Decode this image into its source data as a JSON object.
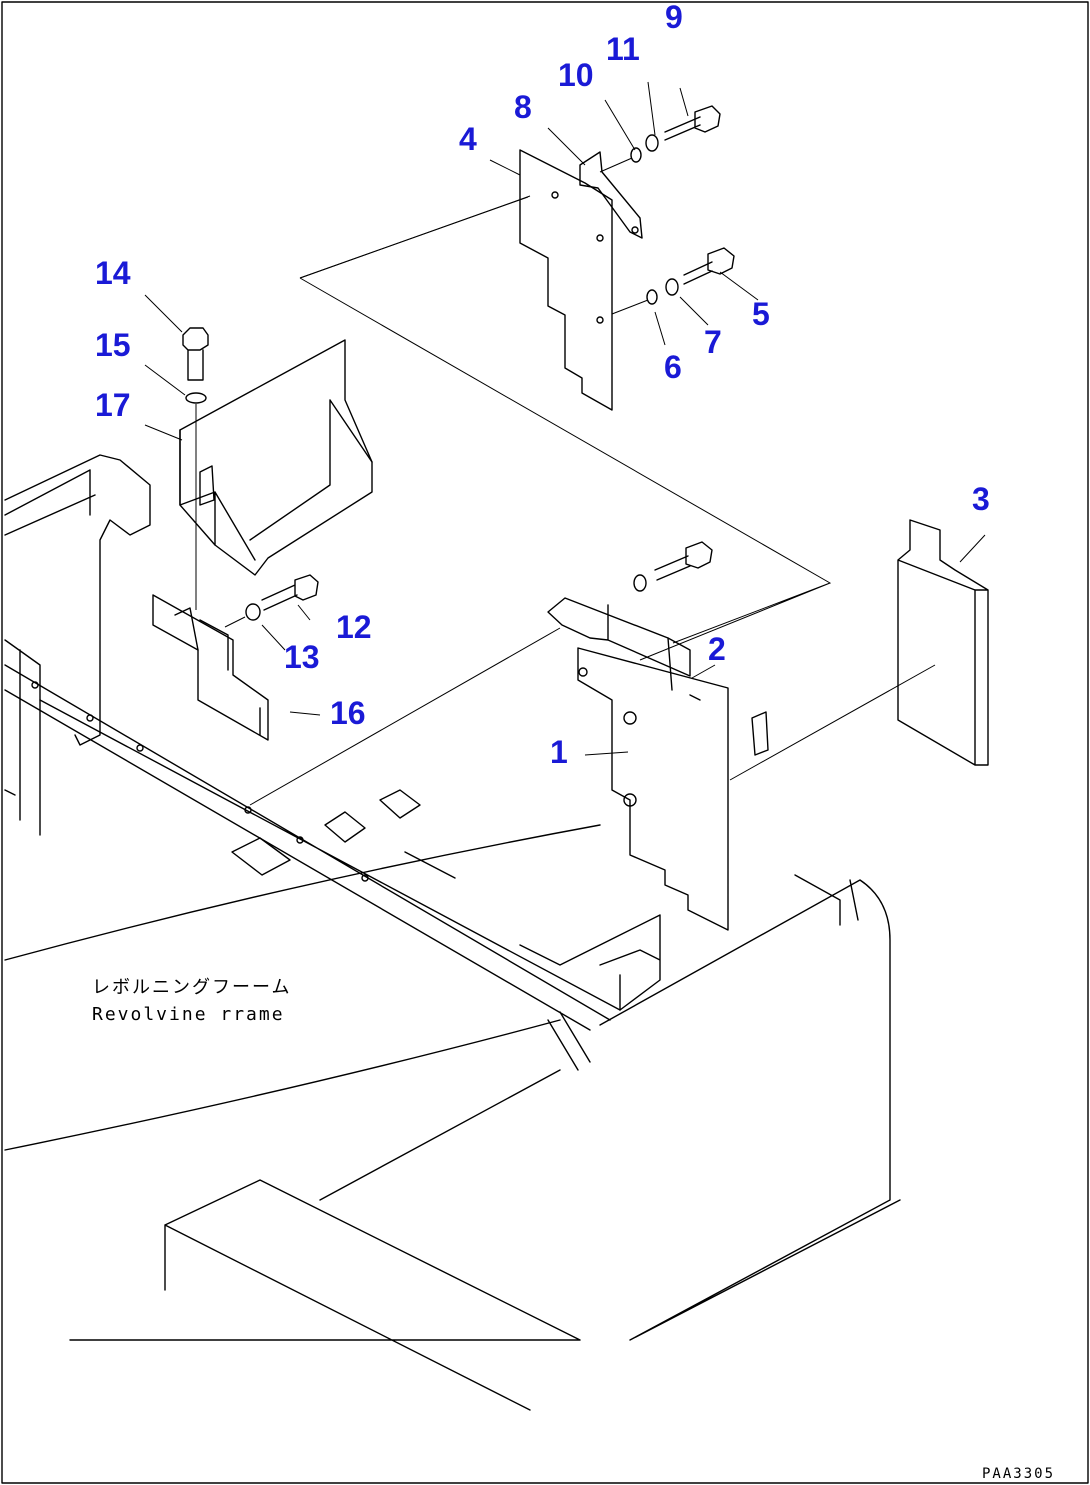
{
  "callouts": [
    "1",
    "2",
    "3",
    "4",
    "5",
    "6",
    "7",
    "8",
    "9",
    "10",
    "11",
    "12",
    "13",
    "14",
    "15",
    "16",
    "17"
  ],
  "frame_label_jp": "レボルニングフーーム",
  "frame_label_en": "Revolvine rrame",
  "drawing_code": "PAA3305",
  "colors": {
    "callout": "#1a1ad6",
    "line": "#000000",
    "background": "#ffffff"
  }
}
